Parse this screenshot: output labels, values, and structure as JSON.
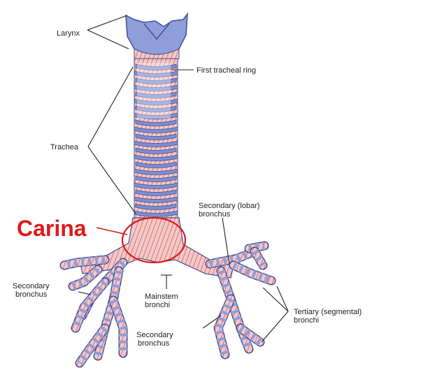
{
  "labels": {
    "larynx": "Larynx",
    "first_tracheal_ring": "First tracheal ring",
    "trachea": "Trachea",
    "secondary_lobar_bronchus_line1": "Secondary (lobar)",
    "secondary_lobar_bronchus_line2": "bronchus",
    "secondary_bronchus_left_line1": "Secondary",
    "secondary_bronchus_left_line2": "bronchus",
    "mainstem_bronchi_line1": "Mainstem",
    "mainstem_bronchi_line2": "bronchi",
    "secondary_bronchus_bottom_line1": "Secondary",
    "secondary_bronchus_bottom_line2": "bronchus",
    "tertiary_segmental_bronchi_line1": "Tertiary (segmental)",
    "tertiary_segmental_bronchi_line2": "bronchi"
  },
  "annotation": {
    "carina": "Carina",
    "color": "#e0181b"
  },
  "colors": {
    "cartilage": "#7d8fd0",
    "cartilage_dark": "#4a5aa6",
    "membrane": "#f2c4c4",
    "membrane_lines": "#cc3a3a",
    "leader_lines": "#222222"
  }
}
